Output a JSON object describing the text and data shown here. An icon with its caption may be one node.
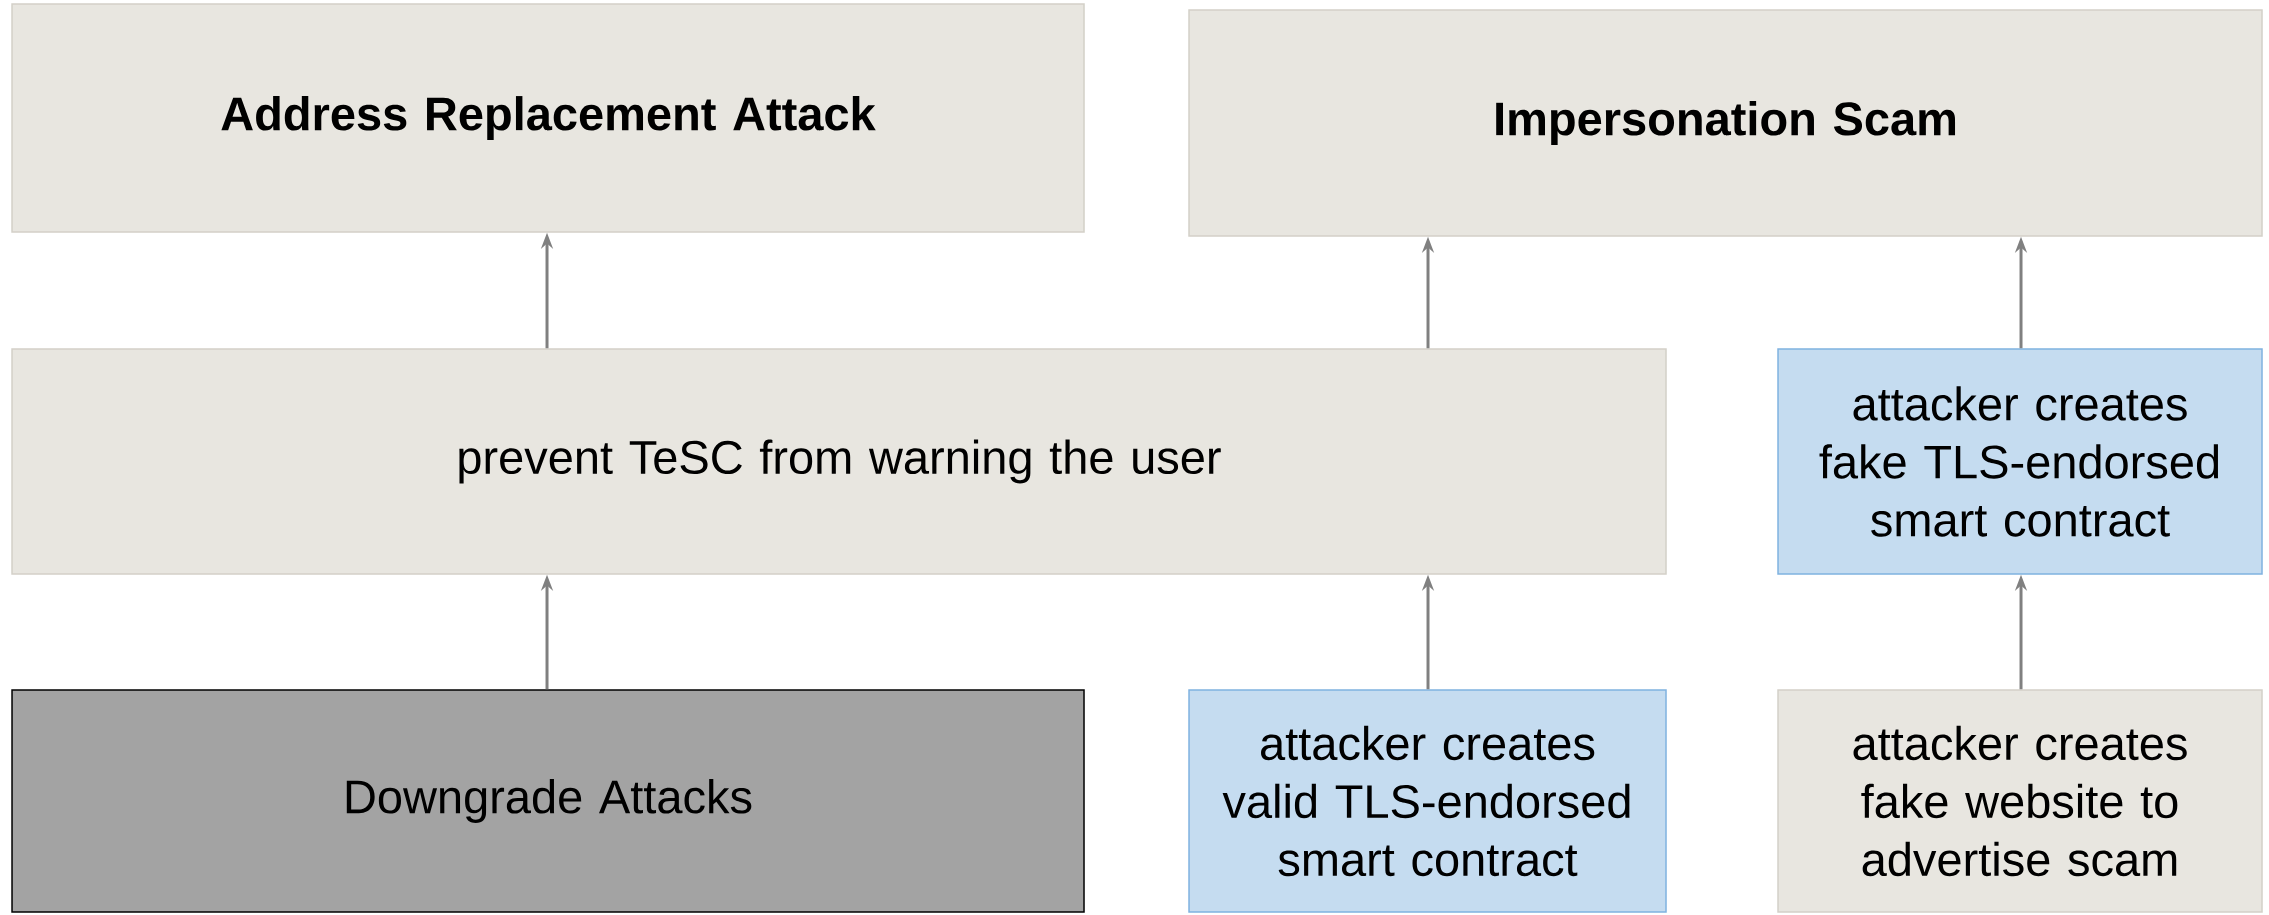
{
  "diagram": {
    "nodes": [
      {
        "text": [
          "Address Replacement Attack"
        ]
      },
      {
        "text": [
          "Impersonation Scam"
        ]
      },
      {
        "text": [
          "prevent TeSC from warning the user"
        ]
      },
      {
        "text": [
          "attacker creates fake TLS-endorsed smart contract"
        ]
      },
      {
        "text": [
          "Downgrade Attacks"
        ]
      },
      {
        "text": [
          "attacker creates valid TLS-endorsed smart contract"
        ]
      },
      {
        "text": [
          "attacker creates fake website to advertise scam"
        ]
      }
    ],
    "edges": [
      {
        "from": 2,
        "to": 0,
        "arrow": "to"
      },
      {
        "from": 2,
        "to": 1,
        "arrow": "to"
      },
      {
        "from": 3,
        "to": 1,
        "arrow": "to"
      },
      {
        "from": 4,
        "to": 2,
        "arrow": "to"
      },
      {
        "from": 5,
        "to": 2,
        "arrow": "to"
      },
      {
        "from": 6,
        "to": 3,
        "arrow": "to"
      }
    ]
  }
}
